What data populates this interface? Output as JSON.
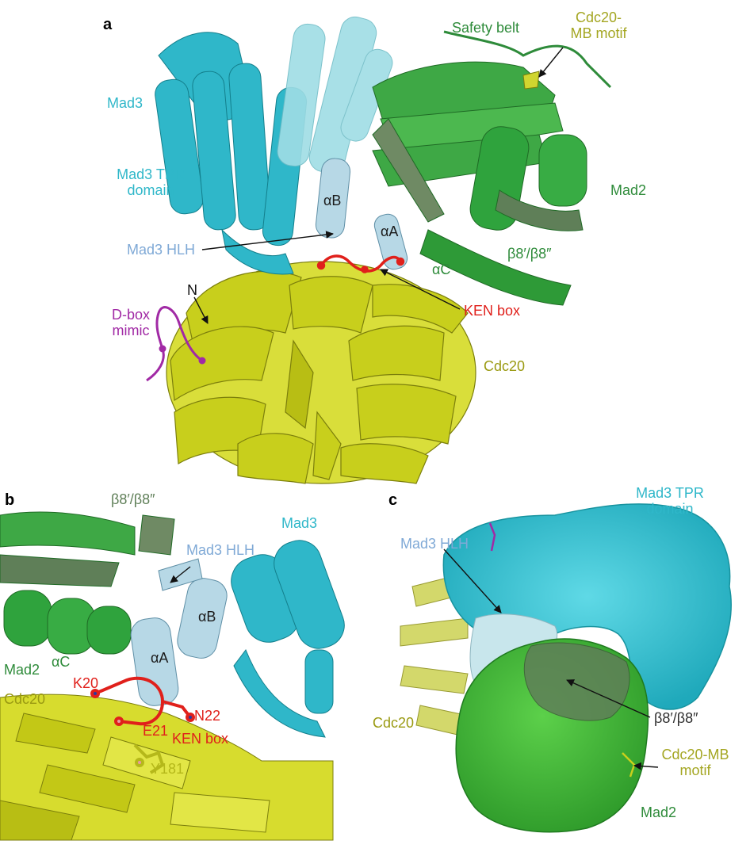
{
  "colors": {
    "mad3": "#2fb7c9",
    "mad3_light": "#9ccbdc",
    "mad3_hlh": "#7fa9d6",
    "mad2": "#2e8b3a",
    "mad2_bright": "#3ea845",
    "mad2_dark": "#5f7f58",
    "cdc20": "#c8cf1c",
    "cdc20_text": "#9a9a12",
    "cdc20_mb": "#a4a622",
    "ken": "#e0201b",
    "dbox": "#a12aa5",
    "black": "#111111"
  },
  "panel_a": {
    "letter": "a",
    "labels": {
      "mad3": "Mad3",
      "mad3_tpr_line1": "Mad3 TPR",
      "mad3_tpr_line2": "domain",
      "mad3_hlh": "Mad3 HLH",
      "alpha_b": "αB",
      "alpha_a": "αA",
      "alpha_c": "αC",
      "safety_belt": "Safety belt",
      "cdc20_mb_line1": "Cdc20-",
      "cdc20_mb_line2": "MB motif",
      "mad2": "Mad2",
      "beta8": "β8′/β8″",
      "ken_box": "KEN box",
      "n_term": "N",
      "dbox_line1": "D-box",
      "dbox_line2": "mimic",
      "cdc20": "Cdc20"
    }
  },
  "panel_b": {
    "letter": "b",
    "labels": {
      "beta8": "β8′/β8″",
      "mad3_hlh": "Mad3 HLH",
      "mad3": "Mad3",
      "alpha_b": "αB",
      "alpha_a": "αA",
      "alpha_c": "αC",
      "mad2": "Mad2",
      "cdc20": "Cdc20",
      "k20": "K20",
      "e21": "E21",
      "n22": "N22",
      "ken_box": "KEN box",
      "y181": "Y181"
    }
  },
  "panel_c": {
    "letter": "c",
    "labels": {
      "mad3_tpr_line1": "Mad3 TPR",
      "mad3_tpr_line2": "domain",
      "mad3_hlh": "Mad3 HLH",
      "cdc20": "Cdc20",
      "beta8": "β8′/β8″",
      "cdc20_mb_line1": "Cdc20-MB",
      "cdc20_mb_line2": "motif",
      "mad2": "Mad2"
    }
  }
}
